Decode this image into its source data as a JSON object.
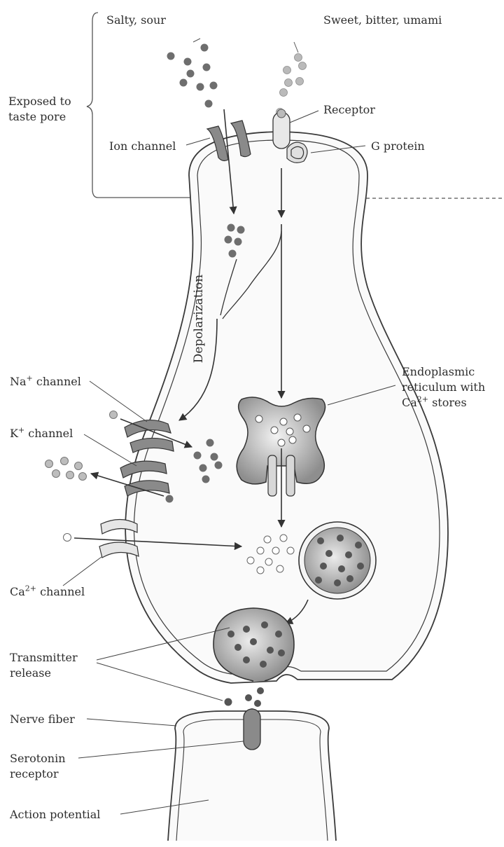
{
  "labels": {
    "salty_sour": "Salty, sour",
    "sweet_bitter_umami": "Sweet, bitter, umami",
    "exposed_line1": "Exposed to",
    "exposed_line2": "taste pore",
    "receptor": "Receptor",
    "ion_channel": "Ion channel",
    "g_protein": "G protein",
    "depolarization": "Depolarization",
    "na_pre": "Na",
    "na_sup": "+",
    "na_post": " channel",
    "k_pre": "K",
    "k_sup": "+",
    "k_post": " channel",
    "er_line1": "Endoplasmic",
    "er_line2": "reticulum with",
    "er_line3_pre": "Ca",
    "er_line3_sup": "2+",
    "er_line3_post": " stores",
    "ca_pre": "Ca",
    "ca_sup": "2+",
    "ca_post": " channel",
    "transmitter_line1": "Transmitter",
    "transmitter_line2": "release",
    "nerve_fiber": "Nerve fiber",
    "serotonin_line1": "Serotonin",
    "serotonin_line2": "receptor",
    "action_potential": "Action potential"
  },
  "colors": {
    "line": "#3a3a3a",
    "dark_ion": "#6e6e6e",
    "light_molecule": "#b9b9b9",
    "channel": "#8a8a8a",
    "membrane_fill": "#f4f4f4"
  }
}
